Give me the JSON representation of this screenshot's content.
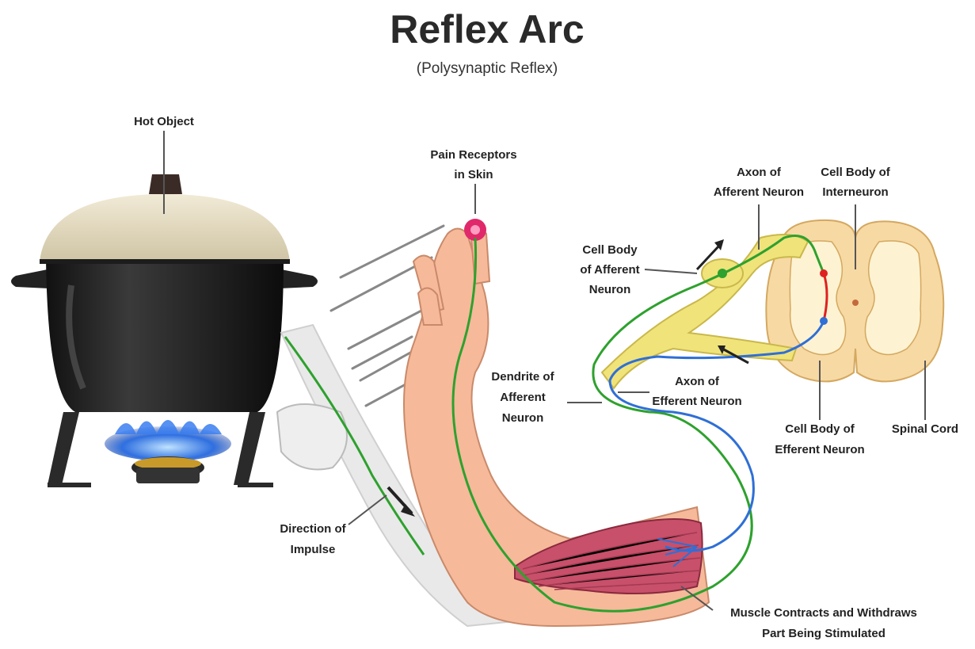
{
  "title": "Reflex Arc",
  "subtitle": "(Polysynaptic Reflex)",
  "labels": {
    "hot_object": "Hot Object",
    "pain_receptors_1": "Pain Receptors",
    "pain_receptors_2": "in Skin",
    "axon_afferent_1": "Axon of",
    "axon_afferent_2": "Afferent Neuron",
    "cell_body_interneuron_1": "Cell Body of",
    "cell_body_interneuron_2": "Interneuron",
    "cell_body_afferent_1": "Cell Body",
    "cell_body_afferent_2": "of Afferent",
    "cell_body_afferent_3": "Neuron",
    "dendrite_afferent_1": "Dendrite of",
    "dendrite_afferent_2": "Afferent",
    "dendrite_afferent_3": "Neuron",
    "axon_efferent_1": "Axon of",
    "axon_efferent_2": "Efferent Neuron",
    "cell_body_efferent_1": "Cell Body of",
    "cell_body_efferent_2": "Efferent Neuron",
    "spinal_cord": "Spinal Cord",
    "direction_impulse_1": "Direction of",
    "direction_impulse_2": "Impulse",
    "muscle_1": "Muscle Contracts and Withdraws",
    "muscle_2": "Part Being Stimulated"
  },
  "colors": {
    "afferent": "#2ea12e",
    "efferent": "#2f6fd6",
    "interneuron": "#e02020",
    "skin": "#f6b99a",
    "muscle": "#c8506a",
    "pot": "#1c1c1c",
    "lid": "#e6dcc2",
    "flame": "#2f6fe0",
    "cord_outer": "#f7d9a4",
    "cord_inner": "#fdf3d2",
    "nerve_sheath": "#f0e37a"
  }
}
